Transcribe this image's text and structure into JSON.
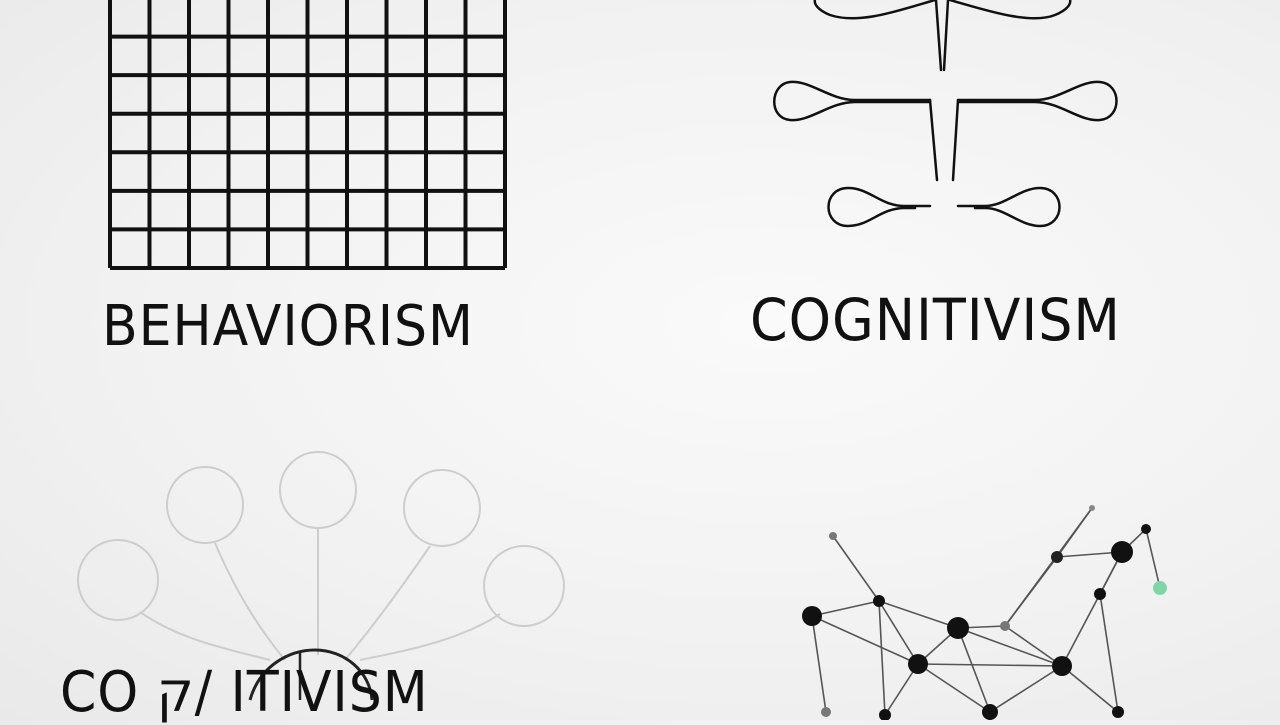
{
  "quadrants": {
    "top_left": {
      "label": "BEHAVIORISM",
      "icon": "grid-icon"
    },
    "top_right": {
      "label": "COGNITIVISM",
      "icon": "branching-loops-icon"
    },
    "bottom_left": {
      "label": "CO ק/ ITIVISM",
      "icon": "radiating-circles-icon"
    },
    "bottom_right": {
      "label": "",
      "icon": "node-network-icon"
    }
  },
  "colors": {
    "ink": "#111111",
    "faint": "#cfcfcf",
    "accent_node": "#7fd6a6"
  }
}
